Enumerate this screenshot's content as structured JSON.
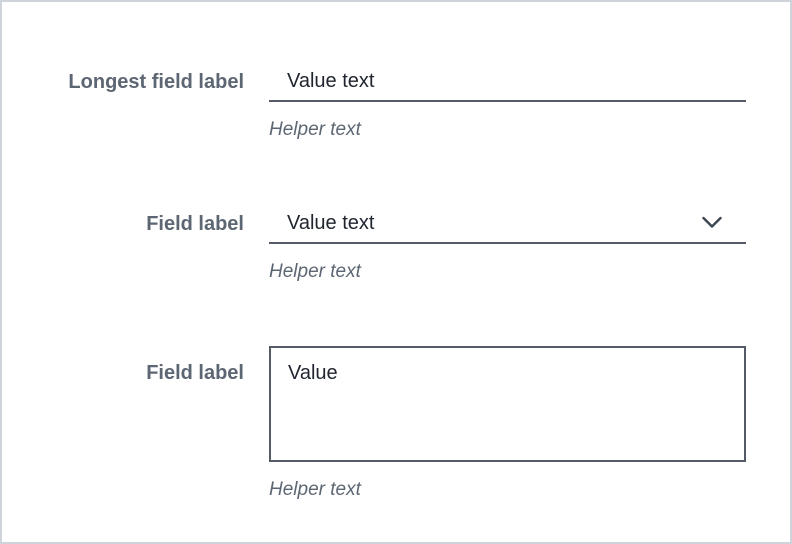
{
  "page": {
    "background": "#ffffff",
    "border_color": "#cfd4db"
  },
  "colors": {
    "label": "#5d6673",
    "value": "#1f242e",
    "field_border": "#545b67",
    "helper": "#5d6673",
    "chevron": "#3d4452"
  },
  "fields": [
    {
      "type": "text-input",
      "label": "Longest field label",
      "value": "Value text",
      "helper": "Helper text"
    },
    {
      "type": "select",
      "label": "Field label",
      "value": "Value text",
      "helper": "Helper text",
      "icon": "chevron-down-icon"
    },
    {
      "type": "textarea",
      "label": "Field label",
      "value": "Value",
      "helper": "Helper text"
    }
  ]
}
